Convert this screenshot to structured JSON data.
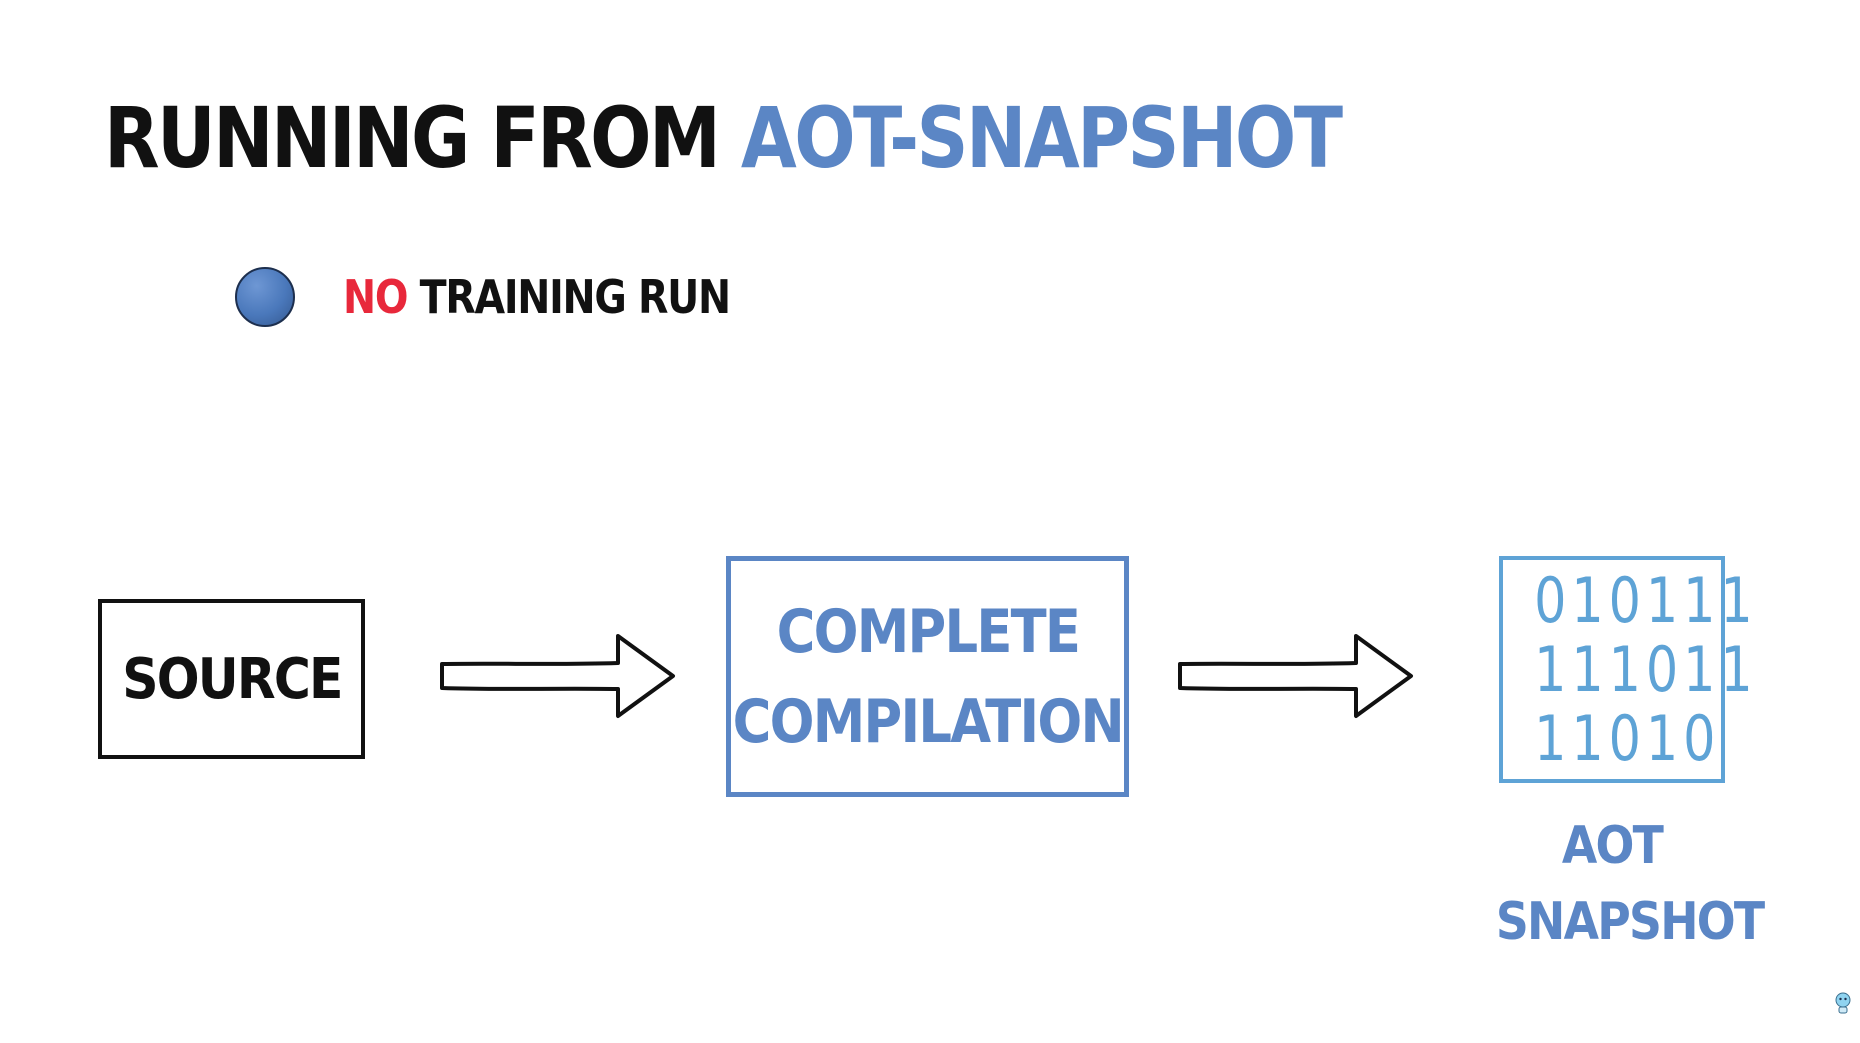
{
  "title": {
    "part1": "RUNNING FROM ",
    "part2": "AOT-SNAPSHOT",
    "accent_color": "#5b86c5"
  },
  "bullet": {
    "negation": "NO",
    "text": " TRAINING RUN",
    "dot_color": "#4a78bb",
    "negation_color": "#e8283b"
  },
  "diagram": {
    "source_label": "SOURCE",
    "compile_line1": "COMPLETE",
    "compile_line2": "COMPILATION",
    "binary_rows": [
      "010111",
      "111011",
      "11010"
    ],
    "snapshot_line1": "AOT",
    "snapshot_line2": "SNAPSHOT",
    "arrow_icon": "right-arrow-icon",
    "colors": {
      "source": "#111111",
      "compile": "#5b86c5",
      "binary": "#5ea3d6"
    }
  },
  "mascot_icon": "mascot-icon"
}
